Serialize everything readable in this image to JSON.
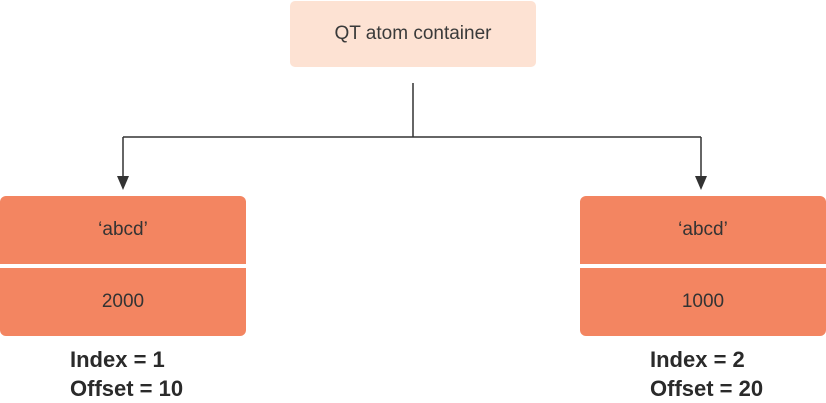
{
  "root": {
    "label": "QT atom container"
  },
  "atoms": [
    {
      "type": "‘abcd’",
      "id": "2000",
      "index": "Index = 1",
      "offset": "Offset = 10"
    },
    {
      "type": "‘abcd’",
      "id": "1000",
      "index": "Index = 2",
      "offset": "Offset = 20"
    }
  ],
  "colors": {
    "root_fill": "#fde2d3",
    "atom_fill": "#f38561",
    "line": "#333333"
  }
}
